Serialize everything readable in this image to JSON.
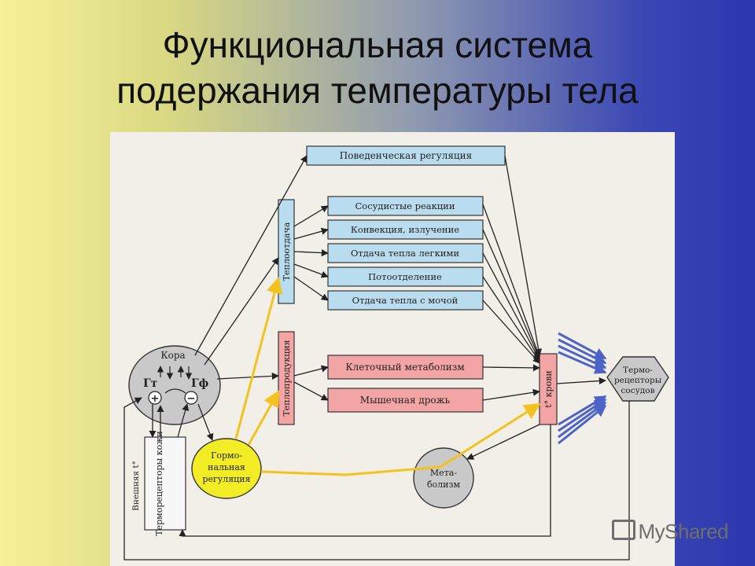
{
  "title": {
    "line1": "Функциональная система",
    "line2": "подержания температуры тела"
  },
  "diagram": {
    "behavioral": "Поведенческая регуляция",
    "heat_loss_group": "Теплоотдача",
    "heat_loss_items": [
      "Сосудистые реакции",
      "Конвекция, излучение",
      "Отдача тепла легкими",
      "Потоотделение",
      "Отдача тепла с мочой"
    ],
    "heat_prod_group": "Теплопродукция",
    "heat_prod_items": [
      "Клеточный метаболизм",
      "Мышечная дрожь"
    ],
    "brain": {
      "cortex": "Кора",
      "gt": "Гт",
      "gf": "Гф",
      "plus": "+",
      "minus": "−"
    },
    "skin_receptors": "Терморецепторы кожи",
    "external_t": "Внешняя t°",
    "hormonal": [
      "Гормо-",
      "нальная",
      "регуляция"
    ],
    "blood_t": "t° крови",
    "metabolism": [
      "Мета-",
      "болизм"
    ],
    "vessel_receptors": [
      "Термо-",
      "рецепторы",
      "сосудов"
    ]
  },
  "watermark": "MyShared",
  "colors": {
    "blue_box": "#b9dcef",
    "red_box": "#f3a4a4",
    "yellow_arrow": "#f4c21e",
    "hormonal_fill": "#f2ec25",
    "grey_fill": "#c9c9c9",
    "blue_arrow": "#4d63c8"
  }
}
